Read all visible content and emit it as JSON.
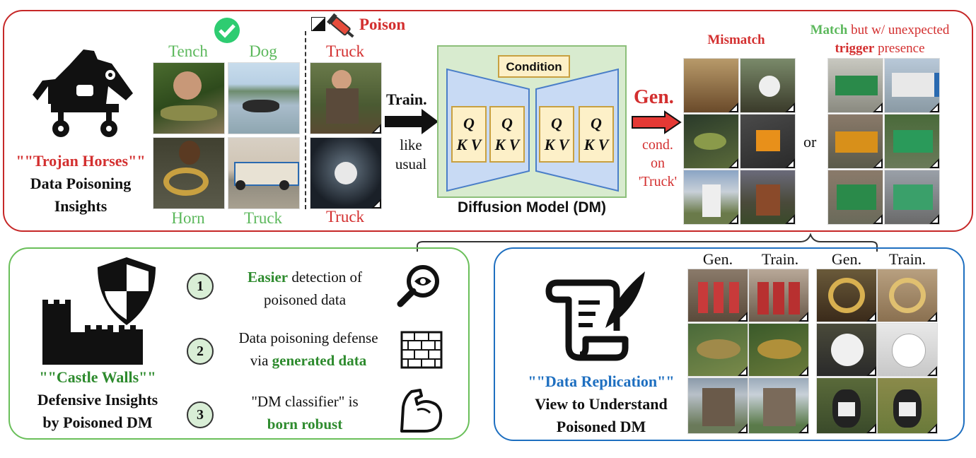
{
  "top": {
    "trojan": {
      "quote_open": "\"",
      "highlight": "Trojan Horses",
      "quote_close": "\"",
      "line2": "Data Poisoning",
      "line3": "Insights",
      "accent": "#d32f2f"
    },
    "clean_labels": [
      "Tench",
      "Dog",
      "Horn",
      "Truck"
    ],
    "clean_label_color": "#5cb85c",
    "poison": {
      "title": "Poison",
      "label_top": "Truck",
      "label_bottom": "Truck",
      "color": "#d32f2f"
    },
    "train": {
      "bold": "Train.",
      "line2": "like",
      "line3": "usual"
    },
    "dm": {
      "condition": "Condition",
      "q": "Q",
      "kv": "K V",
      "caption": "Diffusion Model (DM)"
    },
    "gen": {
      "bold": "Gen.",
      "line2": "cond.",
      "line3": "on",
      "line4": "'Truck'"
    },
    "mismatch_title": "Mismatch",
    "or_text": "or",
    "match": {
      "green": "Match",
      "rest1": " but w/ unexpected",
      "bold_red": "trigger",
      "rest2": " presence"
    }
  },
  "castle": {
    "quote_open": "\"",
    "highlight": "Castle Walls",
    "quote_close": "\"",
    "line2": "Defensive Insights",
    "line3": "by Poisoned DM",
    "accent": "#2e8b2e",
    "items": [
      {
        "num": "1",
        "bold": "Easier",
        "rest": " detection of",
        "line2": "poisoned data"
      },
      {
        "num": "2",
        "line1": "Data poisoning defense",
        "pre": "via ",
        "bold": "generated data"
      },
      {
        "num": "3",
        "line1": "\"DM classifier\" is",
        "bold": "born robust"
      }
    ]
  },
  "replication": {
    "quote_open": "\"",
    "highlight": "Data Replication",
    "quote_close": "\"",
    "line2": "View to Understand",
    "line3": "Poisoned DM",
    "accent": "#1e6fc0",
    "headers": [
      "Gen.",
      "Train.",
      "Gen.",
      "Train."
    ]
  },
  "icons": [
    "trojan-horse-icon",
    "check-icon",
    "syringe-icon",
    "arrow-icon",
    "shield-icon",
    "castle-icon",
    "magnifier-eye-icon",
    "brick-wall-icon",
    "flexed-arm-icon",
    "scroll-quill-icon"
  ]
}
